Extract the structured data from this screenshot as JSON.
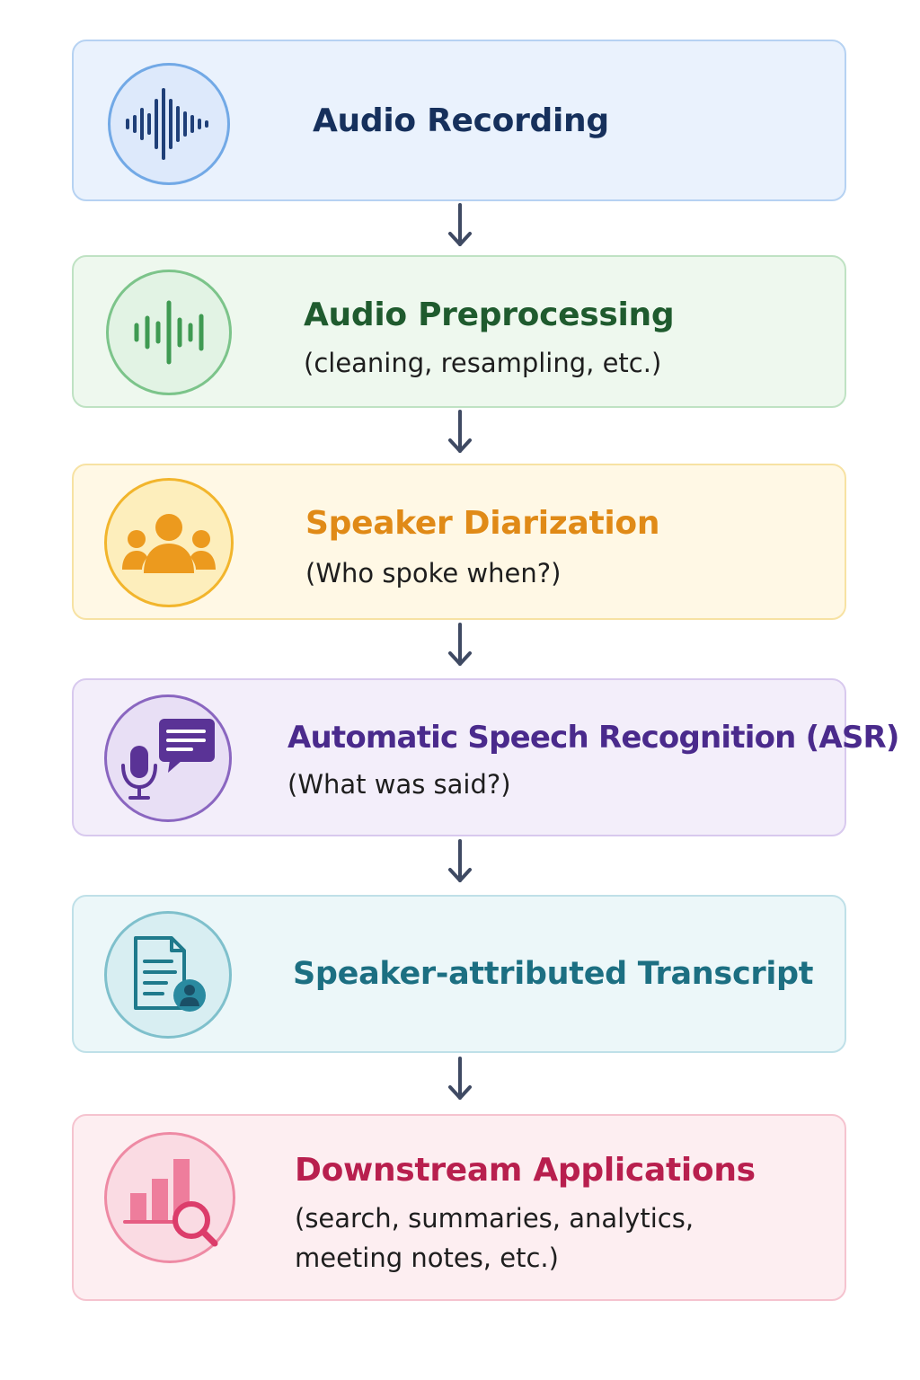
{
  "steps": [
    {
      "title": "Audio Recording",
      "subtitle": "",
      "icon": "waveform-icon",
      "color": "#16305c",
      "accent": "#5b9be0",
      "fill": "#eaf2fd"
    },
    {
      "title": "Audio Preprocessing",
      "subtitle": "(cleaning, resampling, etc.)",
      "icon": "equalizer-waveform-icon",
      "color": "#1f5b2e",
      "accent": "#59b36b",
      "fill": "#eef8ee"
    },
    {
      "title": "Speaker Diarization",
      "subtitle": "(Who spoke when?)",
      "icon": "people-group-icon",
      "color": "#e08a17",
      "accent": "#f2b52c",
      "fill": "#fff8e5"
    },
    {
      "title": "Automatic Speech Recognition (ASR)",
      "subtitle": "(What was said?)",
      "icon": "microphone-chat-icon",
      "color": "#4a2a8c",
      "accent": "#7b52b5",
      "fill": "#f3eefa"
    },
    {
      "title": "Speaker-attributed Transcript",
      "subtitle": "",
      "icon": "document-person-icon",
      "color": "#1c6f82",
      "accent": "#2e8aa0",
      "fill": "#ecf7f9"
    },
    {
      "title": "Downstream Applications",
      "subtitle_lines": [
        "(search, summaries, analytics,",
        "meeting notes, etc.)"
      ],
      "icon": "bar-chart-search-icon",
      "color": "#b81f4e",
      "accent": "#e5577f",
      "fill": "#fdeef1"
    }
  ]
}
